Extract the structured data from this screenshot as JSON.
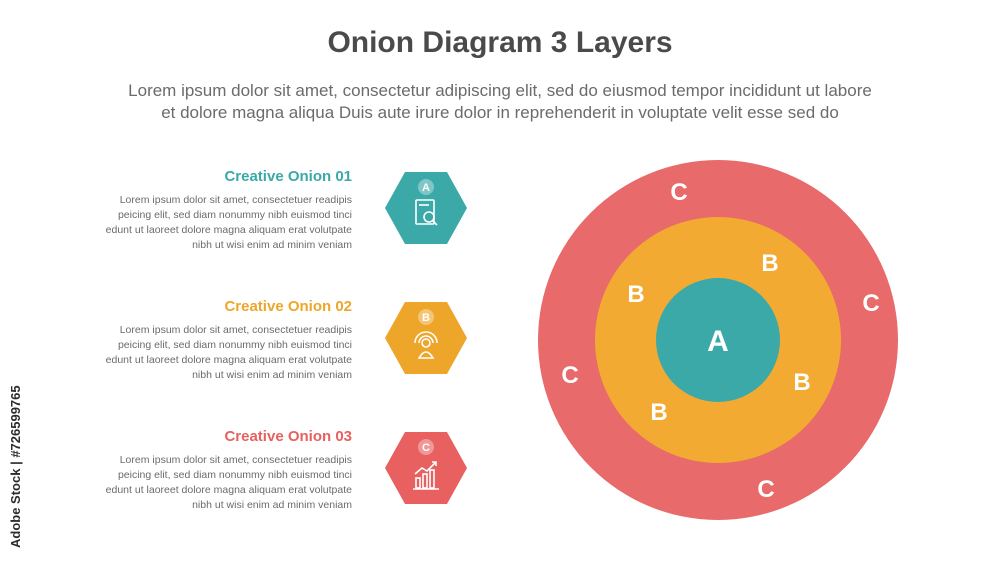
{
  "header": {
    "title": "Onion Diagram 3 Layers",
    "subtitle_line1": "Lorem ipsum dolor sit amet, consectetur adipiscing elit, sed do eiusmod tempor incididunt ut labore",
    "subtitle_line2": "et dolore magna aliqua Duis aute irure dolor in reprehenderit in voluptate velit esse sed do"
  },
  "items": [
    {
      "title": "Creative Onion 01",
      "letter": "A",
      "color": "#3aa9a8",
      "icon": "document-search-icon",
      "lines": [
        "Lorem ipsum dolor sit amet, consectetuer readipis",
        "peicing elit, sed diam nonummy nibh euismod tinci",
        "edunt ut laoreet dolore magna aliquam erat volutpate",
        "nibh ut wisi enim ad minim veniam"
      ]
    },
    {
      "title": "Creative Onion 02",
      "letter": "B",
      "color": "#eea62a",
      "icon": "user-signal-icon",
      "lines": [
        "Lorem ipsum dolor sit amet, consectetuer readipis",
        "peicing elit, sed diam nonummy nibh euismod tinci",
        "edunt ut laoreet dolore magna aliquam erat volutpate",
        "nibh ut wisi enim ad minim veniam"
      ]
    },
    {
      "title": "Creative Onion 03",
      "letter": "C",
      "color": "#e86060",
      "icon": "growth-chart-icon",
      "lines": [
        "Lorem ipsum dolor sit amet, consectetuer readipis",
        "peicing elit, sed diam nonummy nibh euismod tinci",
        "edunt ut laoreet dolore magna aliquam erat volutpate",
        "nibh ut wisi enim ad minim veniam"
      ]
    }
  ],
  "onion": {
    "outer_color": "#e86a6a",
    "middle_color": "#f2aa33",
    "inner_color": "#3aa9a8",
    "inner_label": "A",
    "middle_labels": [
      "B",
      "B",
      "B",
      "B"
    ],
    "outer_labels": [
      "C",
      "C",
      "C",
      "C"
    ]
  },
  "watermark": "Adobe Stock | #726599765"
}
